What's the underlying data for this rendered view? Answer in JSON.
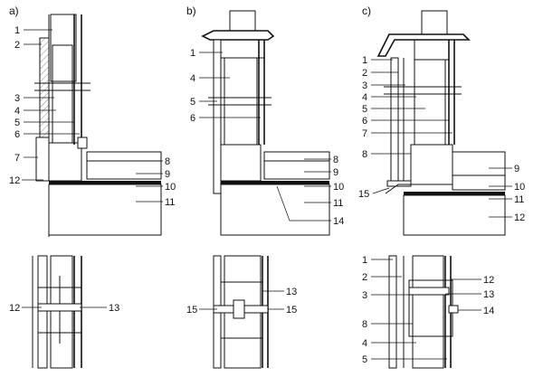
{
  "panels": [
    {
      "id": "a",
      "heading": "a)",
      "upper_labels_left": [
        "1",
        "2",
        "3",
        "4",
        "5",
        "6",
        "7",
        "12"
      ],
      "upper_labels_right": [
        "8",
        "9",
        "10",
        "11"
      ],
      "lower_labels_left": [
        "12"
      ],
      "lower_labels_right": [
        "13"
      ]
    },
    {
      "id": "b",
      "heading": "b)",
      "upper_labels_left": [
        "1",
        "4",
        "5",
        "6"
      ],
      "upper_labels_right": [
        "8",
        "9",
        "10",
        "11",
        "14"
      ],
      "lower_labels_left": [
        "15"
      ],
      "lower_labels_right": [
        "13",
        "15"
      ]
    },
    {
      "id": "c",
      "heading": "c)",
      "upper_labels_left": [
        "1",
        "2",
        "3",
        "4",
        "5",
        "6",
        "7",
        "8",
        "15"
      ],
      "upper_labels_right": [
        "9",
        "10",
        "11",
        "12"
      ],
      "lower_labels_left": [
        "1",
        "2",
        "3",
        "8",
        "4",
        "5"
      ],
      "lower_labels_right": [
        "12",
        "13",
        "14"
      ]
    }
  ]
}
